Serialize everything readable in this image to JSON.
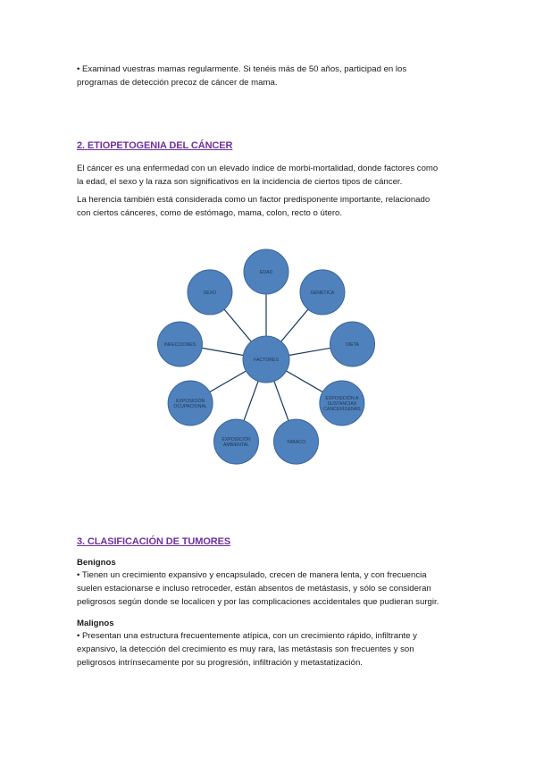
{
  "intro": {
    "bullet_lines": [
      "• Examinad vuestras mamas regularmente. Si tenéis más de 50 años, participad en los",
      "programas de detección precoz de cáncer de mama."
    ]
  },
  "section2": {
    "heading": "2. ETIOPETOGENIA DEL CÁNCER",
    "para1": [
      "El cáncer es una enfermedad con un elevado índice de morbi-mortalidad, donde factores como",
      "la edad, el sexo y la raza son significativos en la incidencia de ciertos tipos de cáncer."
    ],
    "para2": [
      "La herencia también está considerada como un factor predisponente importante, relacionado",
      "con ciertos cánceres, como de estómago, mama, colon, recto o útero."
    ]
  },
  "diagram": {
    "center": "FACTORES",
    "nodes": [
      {
        "label": [
          "EDAD"
        ]
      },
      {
        "label": [
          "GENÉTICA"
        ]
      },
      {
        "label": [
          "DIETA"
        ]
      },
      {
        "label": [
          "EXPOSICIÓN A",
          "SUSTANCIAS",
          "CANCERÍGENAS"
        ]
      },
      {
        "label": [
          "TABACO"
        ]
      },
      {
        "label": [
          "EXPOSICIÓN",
          "AMBIENTAL"
        ]
      },
      {
        "label": [
          "EXPOSICIÓN",
          "OCUPACIONAL"
        ]
      },
      {
        "label": [
          "INFECCIONES"
        ]
      },
      {
        "label": [
          "SEXO"
        ]
      }
    ],
    "colors": {
      "fill": "#4f81bd",
      "stroke": "#3a6699",
      "line": "#17375e"
    }
  },
  "section3": {
    "heading": "3. CLASIFICACIÓN DE TUMORES",
    "benignos_title": "Benignos",
    "benignos_lines": [
      "• Tienen un crecimiento expansivo y encapsulado, crecen de manera lenta, y con frecuencia",
      "suelen estacionarse e incluso retroceder, están absentos de metástasis, y sólo se consideran",
      "peligrosos según donde se localicen y por las complicaciones accidentales que pudieran surgir."
    ],
    "malignos_title": "Malignos",
    "malignos_lines": [
      "• Presentan una estructura frecuentemente atípica, con un crecimiento rápido, infiltrante y",
      "expansivo, la detección del crecimiento es muy rara, las metástasis son frecuentes y son",
      "peligrosos intrínsecamente por su progresión, infiltración y metastatización."
    ]
  }
}
